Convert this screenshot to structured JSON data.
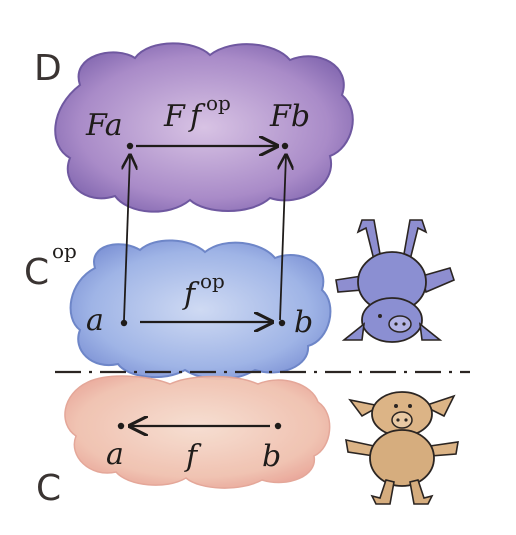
{
  "diagram": {
    "category_D": {
      "name": "D",
      "color": "#9a7bc0"
    },
    "category_Cop": {
      "name": "C",
      "superscript": "op",
      "color": "#8fa7e0"
    },
    "category_C": {
      "name": "C",
      "color": "#f0b7a6"
    },
    "objects": {
      "Fa": "Fa",
      "Fb": "Fb",
      "a_top": "a",
      "b_top": "b",
      "a_bottom": "a",
      "b_bottom": "b"
    },
    "arrows": {
      "F_f_op": {
        "label": "F",
        "label2": "f",
        "superscript": "op"
      },
      "f_op": {
        "label": "f",
        "superscript": "op"
      },
      "f": {
        "label": "f"
      }
    },
    "pigs": [
      "pig-upside-down",
      "pig-upright"
    ]
  }
}
